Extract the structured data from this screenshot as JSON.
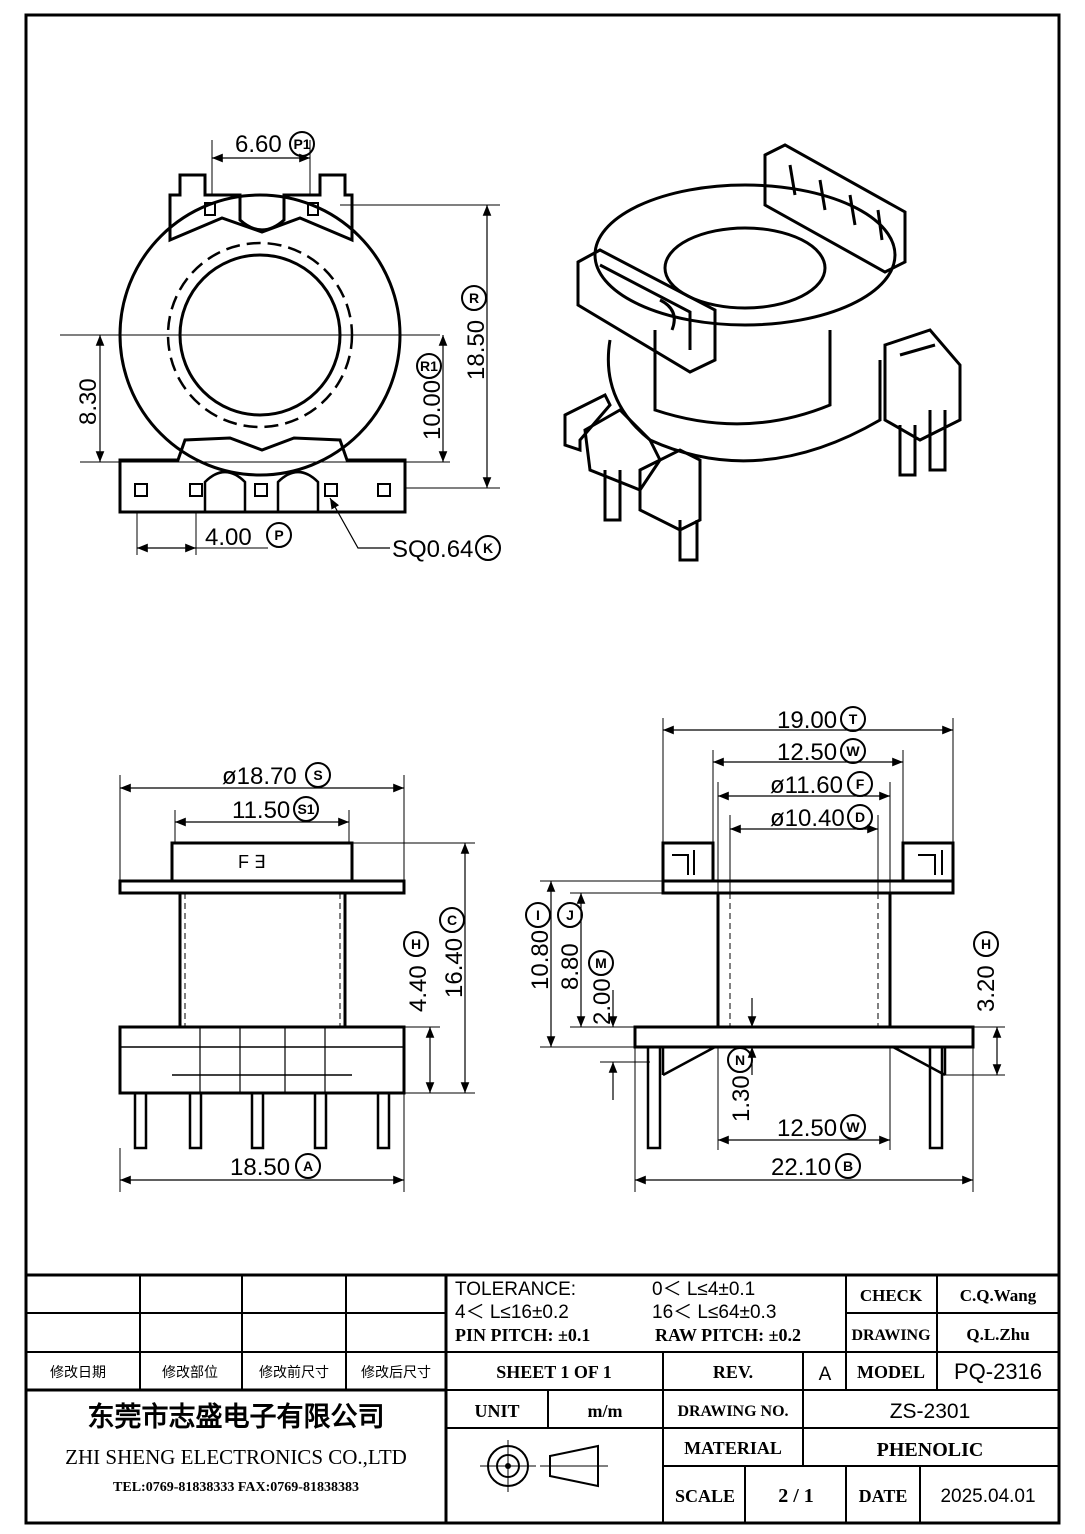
{
  "top_view": {
    "dims": [
      {
        "value": "6.60",
        "code": "P1"
      },
      {
        "value": "18.50",
        "code": "R"
      },
      {
        "value": "10.00",
        "code": "R1"
      },
      {
        "value": "8.30",
        "code": ""
      },
      {
        "value": "4.00",
        "code": "P"
      },
      {
        "value": "SQ0.64",
        "code": "K"
      }
    ]
  },
  "front_view": {
    "dims": [
      {
        "value": "ø18.70",
        "code": "S"
      },
      {
        "value": "11.50",
        "code": "S1"
      },
      {
        "value": "16.40",
        "code": "C"
      },
      {
        "value": "4.40",
        "code": "H"
      },
      {
        "value": "18.50",
        "code": "A"
      }
    ],
    "pin_marks": "F ∃"
  },
  "side_view": {
    "dims": [
      {
        "value": "19.00",
        "code": "T"
      },
      {
        "value": "12.50",
        "code": "W"
      },
      {
        "value": "ø11.60",
        "code": "F"
      },
      {
        "value": "ø10.40",
        "code": "D"
      },
      {
        "value": "10.80",
        "code": "I"
      },
      {
        "value": "8.80",
        "code": "J"
      },
      {
        "value": "2.00",
        "code": "M"
      },
      {
        "value": "1.30",
        "code": "N"
      },
      {
        "value": "3.20",
        "code": "H"
      },
      {
        "value": "12.50",
        "code": "W"
      },
      {
        "value": "22.10",
        "code": "B"
      }
    ]
  },
  "title_block": {
    "revision_headers": [
      "修改日期",
      "修改部位",
      "修改前尺寸",
      "修改后尺寸"
    ],
    "tolerance_label": "TOLERANCE:",
    "tolerance_lines": [
      "0＜ L≤4±0.1",
      "4＜ L≤16±0.2",
      "16＜ L≤64±0.3"
    ],
    "pin_pitch": "PIN  PITCH: ±0.1",
    "raw_pitch": "RAW  PITCH: ±0.2",
    "check_label": "CHECK",
    "check_value": "C.Q.Wang",
    "drawing_label": "DRAWING",
    "drawing_value": "Q.L.Zhu",
    "sheet": "SHEET  1  OF  1",
    "rev_label": "REV.",
    "rev_value": "A",
    "model_label": "MODEL",
    "model_value": "PQ-2316",
    "company_cn": "东莞市志盛电子有限公司",
    "company_en": "ZHI SHENG  ELECTRONICS CO.,LTD",
    "contact": "TEL:0769-81838333 FAX:0769-81838383",
    "unit_label": "UNIT",
    "unit_value": "m/m",
    "drawing_no_label": "DRAWING  NO.",
    "drawing_no_value": "ZS-2301",
    "material_label": "MATERIAL",
    "material_value": "PHENOLIC",
    "scale_label": "SCALE",
    "scale_value": "2  /  1",
    "date_label": "DATE",
    "date_value": "2025.04.01"
  }
}
